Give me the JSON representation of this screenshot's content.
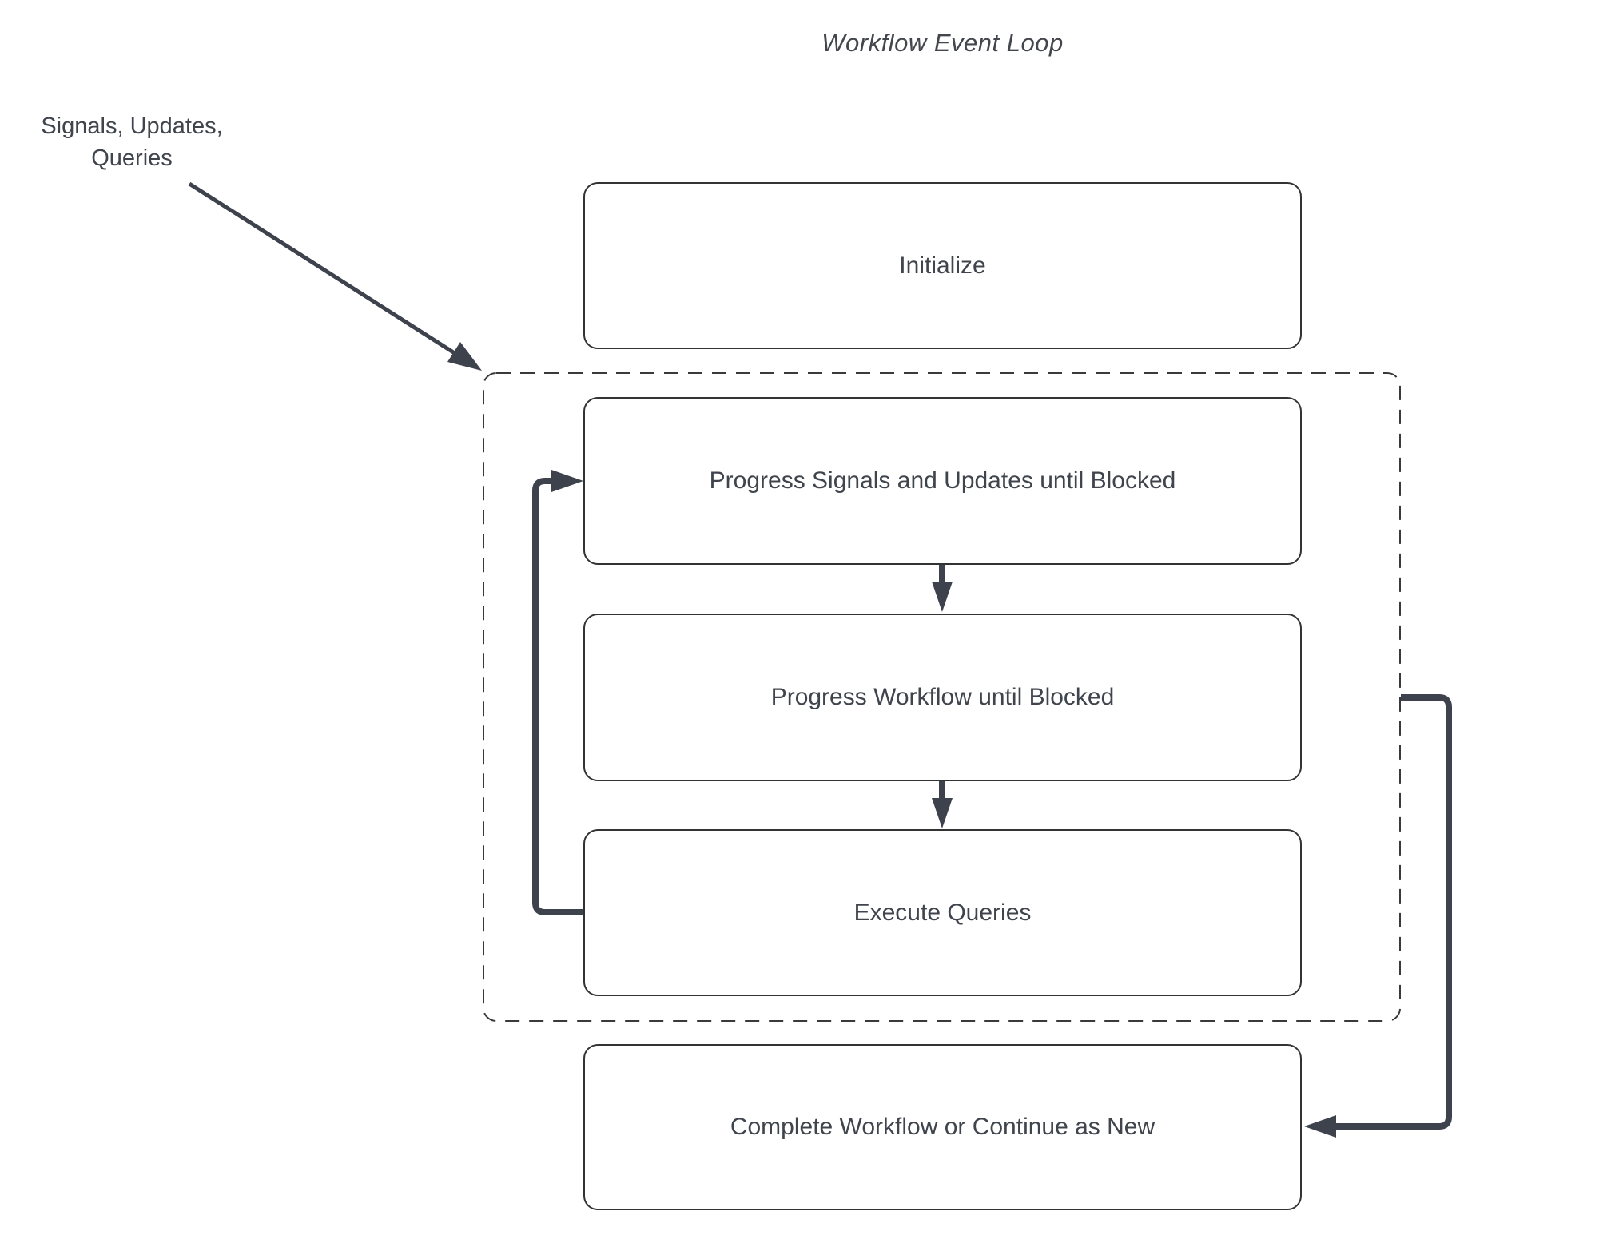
{
  "title": "Workflow Event Loop",
  "annotation": {
    "line1": "Signals, Updates,",
    "line2": "Queries"
  },
  "nodes": [
    {
      "id": "initialize",
      "label": "Initialize"
    },
    {
      "id": "progress-signals",
      "label": "Progress Signals and Updates until Blocked"
    },
    {
      "id": "progress-workflow",
      "label": "Progress Workflow until Blocked"
    },
    {
      "id": "execute-queries",
      "label": "Execute Queries"
    },
    {
      "id": "complete",
      "label": "Complete Workflow or Continue as New"
    }
  ],
  "container": {
    "id": "event-loop",
    "style": "dashed",
    "contains": [
      "progress-signals",
      "progress-workflow",
      "execute-queries"
    ]
  },
  "edges": [
    {
      "from": "signals-updates-queries-annotation",
      "to": "event-loop",
      "style": "thin-diagonal-arrow"
    },
    {
      "from": "progress-signals",
      "to": "progress-workflow",
      "style": "thick-down-arrow"
    },
    {
      "from": "progress-workflow",
      "to": "execute-queries",
      "style": "thick-down-arrow"
    },
    {
      "from": "execute-queries",
      "to": "progress-signals",
      "style": "thick-loop-back-arrow"
    },
    {
      "from": "progress-workflow",
      "to": "complete",
      "style": "thick-exit-arrow"
    }
  ],
  "colors": {
    "background": "#ffffff",
    "node_fill": "#ffffff",
    "node_border": "#333333",
    "text": "#40454d",
    "connector": "#3d424d",
    "dashed_border": "#3a3a3a"
  }
}
